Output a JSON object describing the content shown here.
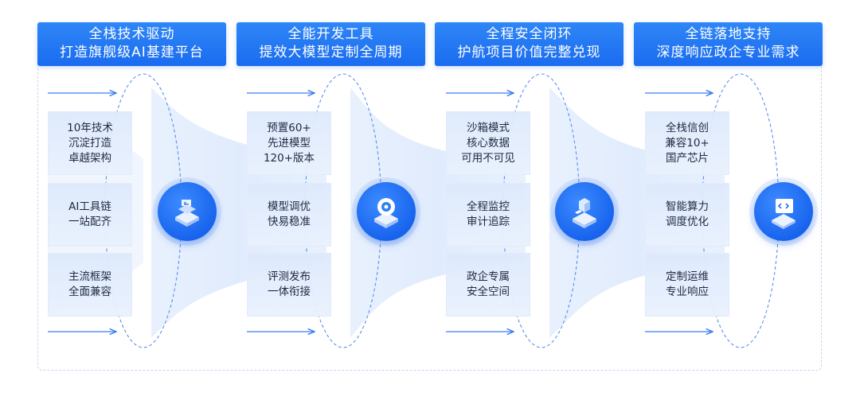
{
  "headers": [
    {
      "line1": "全栈技术驱动",
      "line2": "打造旗舰级AI基建平台"
    },
    {
      "line1": "全能开发工具",
      "line2": "提效大模型定制全周期"
    },
    {
      "line1": "全程安全闭环",
      "line2": "护航项目价值完整兑现"
    },
    {
      "line1": "全链落地支持",
      "line2": "深度响应政企专业需求"
    }
  ],
  "columns": [
    {
      "icon": "layered-platform-icon",
      "boxes": [
        {
          "lines": [
            "10年技术",
            "沉淀打造",
            "卓越架构"
          ]
        },
        {
          "lines": [
            "AI工具链",
            "一站配齐"
          ]
        },
        {
          "lines": [
            "主流框架",
            "全面兼容"
          ]
        }
      ]
    },
    {
      "icon": "gear-tool-icon",
      "boxes": [
        {
          "lines": [
            "预置60+",
            "先进模型",
            "120+版本"
          ]
        },
        {
          "lines": [
            "模型调优",
            "快易稳准"
          ]
        },
        {
          "lines": [
            "评测发布",
            "一体衔接"
          ]
        }
      ]
    },
    {
      "icon": "security-cube-icon",
      "boxes": [
        {
          "lines": [
            "沙箱模式",
            "核心数据",
            "可用不可见"
          ]
        },
        {
          "lines": [
            "全程监控",
            "审计追踪"
          ]
        },
        {
          "lines": [
            "政企专属",
            "安全空间"
          ]
        }
      ]
    },
    {
      "icon": "code-monitor-icon",
      "boxes": [
        {
          "lines": [
            "全栈信创",
            "兼容10+",
            "国产芯片"
          ]
        },
        {
          "lines": [
            "智能算力",
            "调度优化"
          ]
        },
        {
          "lines": [
            "定制运维",
            "专业响应"
          ]
        }
      ]
    }
  ],
  "colors": {
    "header_blue": "#1f73f2",
    "hub_blue": "#1864ee",
    "box_text": "#1f2a44",
    "dashed_line": "#5b8ff0"
  }
}
